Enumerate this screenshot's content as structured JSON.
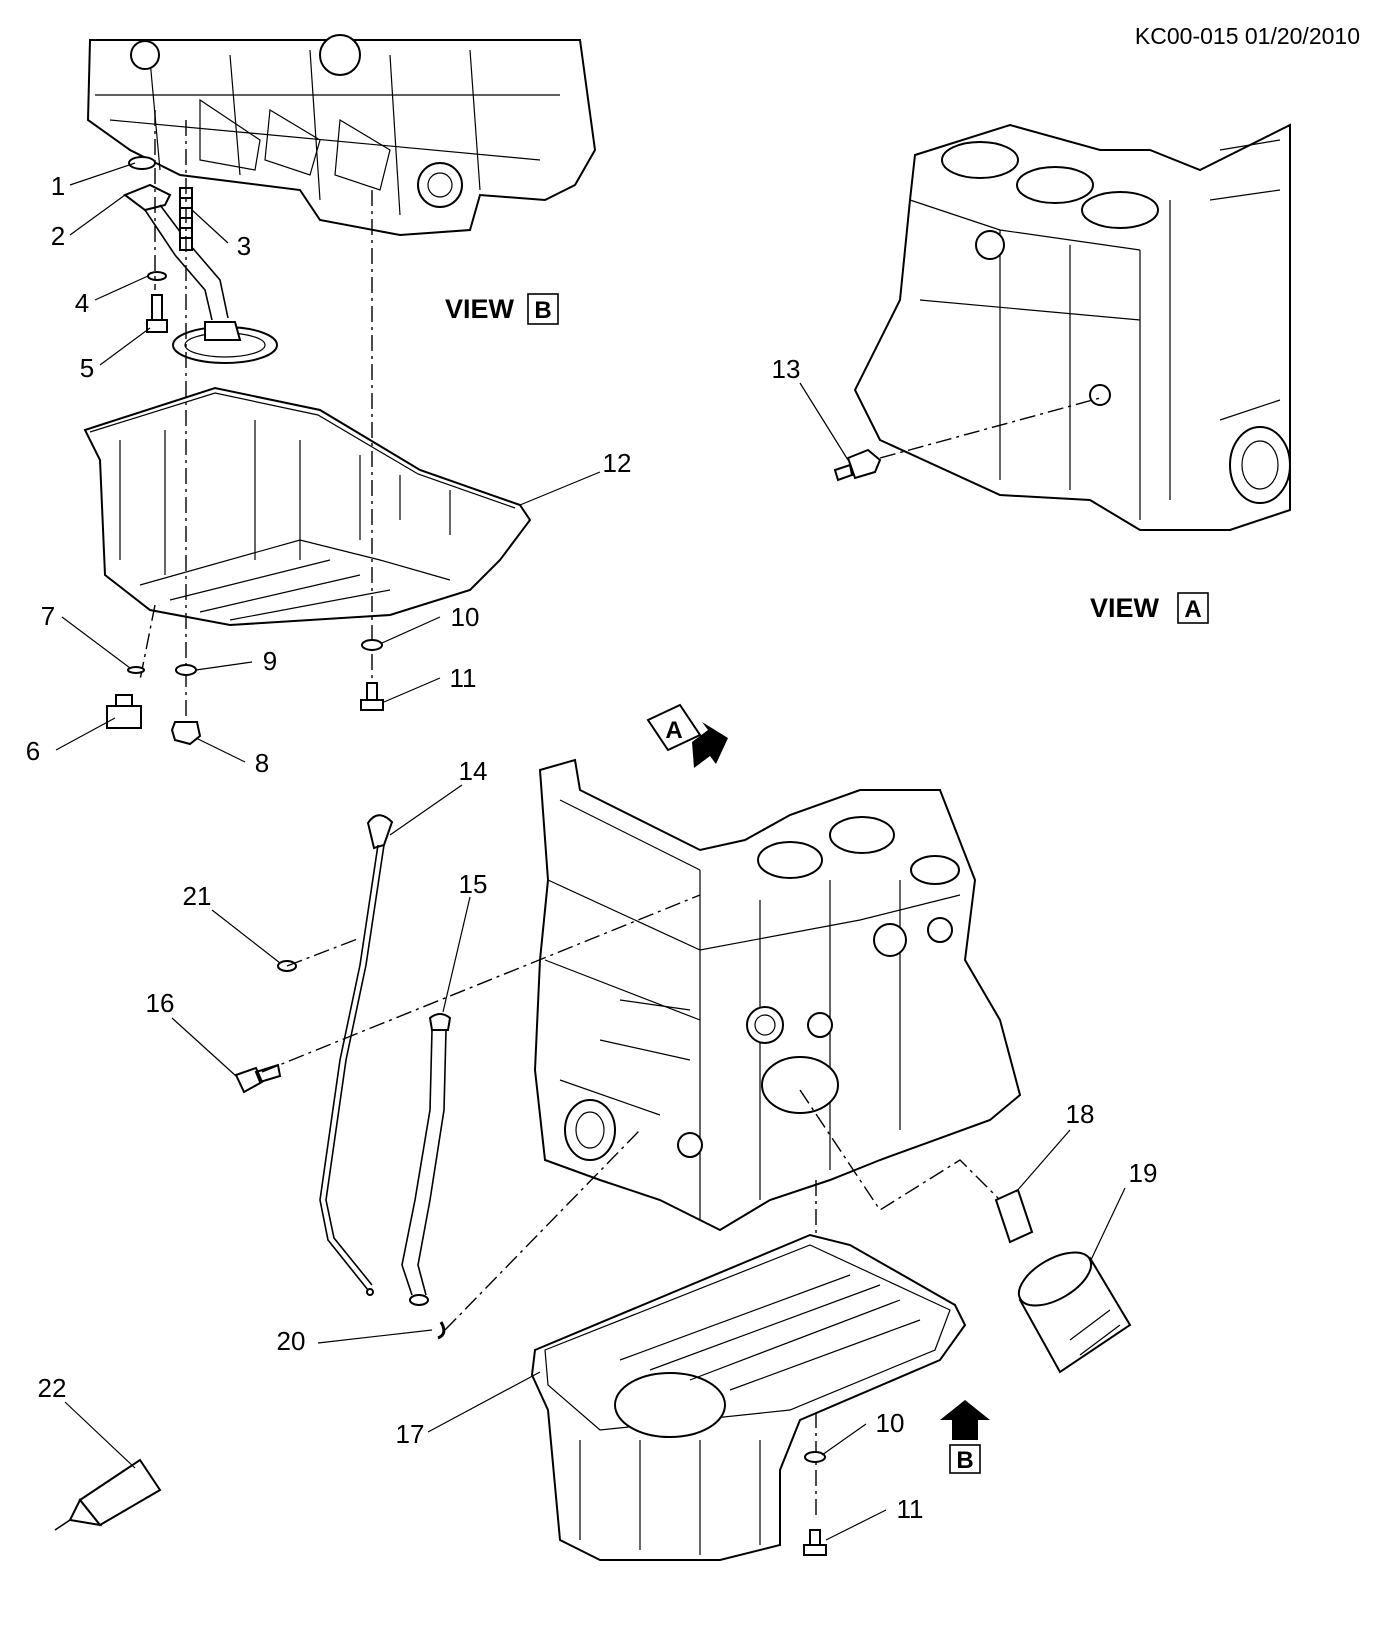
{
  "header": {
    "doc_ref": "KC00-015 01/20/2010"
  },
  "views": {
    "view_b": {
      "word": "VIEW",
      "letter": "B"
    },
    "view_a": {
      "word": "VIEW",
      "letter": "A"
    }
  },
  "arrows": {
    "a_letter": "A",
    "b_letter": "B"
  },
  "callouts": [
    "1",
    "2",
    "3",
    "4",
    "5",
    "6",
    "7",
    "8",
    "9",
    "10",
    "11",
    "12",
    "13",
    "14",
    "15",
    "16",
    "17",
    "18",
    "19",
    "20",
    "21",
    "22",
    "10",
    "11"
  ]
}
